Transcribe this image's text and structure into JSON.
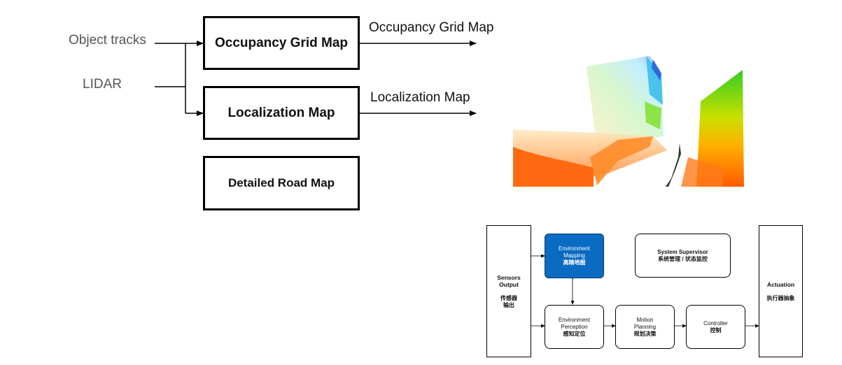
{
  "left_diagram": {
    "inputs": [
      "Object tracks",
      "LIDAR"
    ],
    "boxes": [
      "Occupancy Grid Map",
      "Localization Map",
      "Detailed Road Map"
    ],
    "outputs": [
      "Occupancy Grid Map",
      "Localization Map"
    ]
  },
  "architecture": {
    "sensors": {
      "title": "Sensors\nOutput",
      "sub": "传感器\n输出"
    },
    "env_mapping": {
      "title": "Environment\nMapping",
      "sub": "高精地图"
    },
    "system_supervisor": {
      "title": "System Supervisor",
      "sub": "系统管理 / 状态监控"
    },
    "env_perception": {
      "title": "Environment\nPerception",
      "sub": "感知定位"
    },
    "motion_planning": {
      "title": "Motion\nPlanning",
      "sub": "规划决策"
    },
    "controller": {
      "title": "Controller",
      "sub": "控制"
    },
    "actuation": {
      "title": "Actuation",
      "sub": "执行器抽象"
    }
  },
  "colors": {
    "mapping_fill": "#0a6bc2",
    "mapping_border": "#053a6b"
  }
}
